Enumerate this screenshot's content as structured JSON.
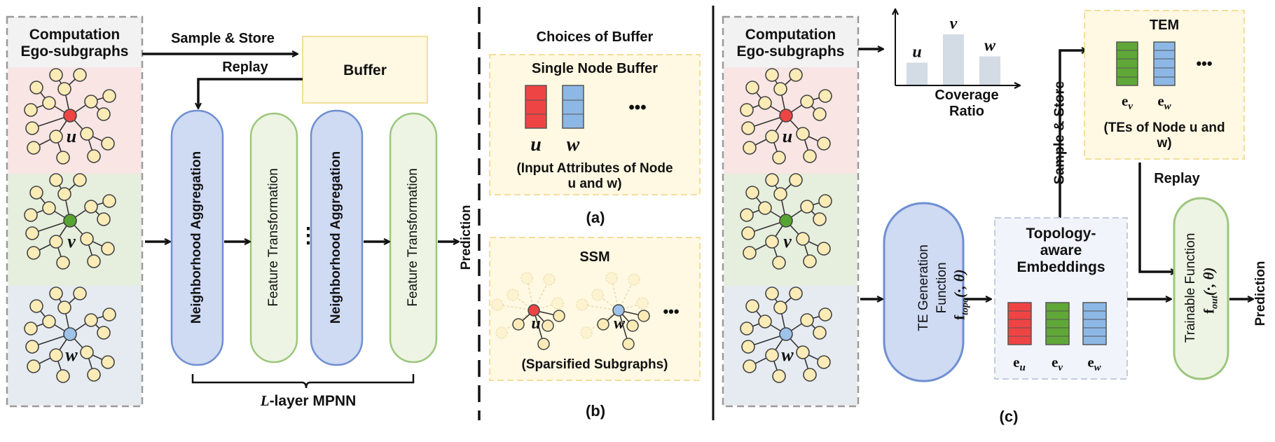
{
  "colors": {
    "node_fill": "#fbebb6",
    "node_stroke": "#444444",
    "node_u": "#ef4444",
    "node_v": "#56a431",
    "node_w": "#9ec3ea",
    "band_pink": "#f8e5e4",
    "band_green": "#e6eedd",
    "band_blue": "#e5ebf1",
    "pill_blue_fill": "#cfdaf3",
    "pill_blue_stroke": "#6f8fd1",
    "pill_green_fill": "#edf4e3",
    "pill_green_stroke": "#9cc67d",
    "buffer_fill": "#fff8e2",
    "buffer_stroke": "#f3df9b",
    "bar_fill": "#d3dbe5"
  },
  "panel_a": {
    "title": "Computation\nEgo-subgraphs",
    "sample_store": "Sample & Store",
    "replay": "Replay",
    "buffer": "Buffer",
    "node_labels": [
      "u",
      "v",
      "w"
    ],
    "pills": [
      "Neighborhood Aggregation",
      "Feature Transformation",
      "Neighborhood Aggregation",
      "Feature Transformation"
    ],
    "ellipsis": "⋮",
    "prediction": "Prediction",
    "mpnn_prefix": "L",
    "mpnn_suffix": "-layer MPNN"
  },
  "panel_b": {
    "choices_title": "Choices of Buffer",
    "single_node_title": "Single Node Buffer",
    "single_labels": [
      "u",
      "w"
    ],
    "ellipsis": "•••",
    "single_caption": "(Input Attributes of Node\nu and w)",
    "label_a": "(a)",
    "ssm_title": "SSM",
    "ssm_labels": [
      "u",
      "w"
    ],
    "ssm_caption": "(Sparsified Subgraphs)",
    "label_b": "(b)"
  },
  "panel_c": {
    "title": "Computation\nEgo-subgraphs",
    "node_labels": [
      "u",
      "v",
      "w"
    ],
    "coverage_label": "Coverage\nRatio",
    "chart_data": {
      "type": "bar",
      "categories": [
        "u",
        "v",
        "w"
      ],
      "values": [
        0.35,
        0.8,
        0.45
      ],
      "title": "",
      "xlabel": "Coverage Ratio",
      "ylabel": ""
    },
    "sample_store": "Sample & Store",
    "tem_title": "TEM",
    "tem_vectors": [
      "e",
      "e"
    ],
    "tem_subs": [
      "v",
      "w"
    ],
    "tem_ellipsis": "•••",
    "tem_caption": "(TEs of Node u and\nw)",
    "replay": "Replay",
    "te_gen_line1": "TE Generation",
    "te_gen_line2": "Function",
    "te_gen_formula": "f",
    "te_gen_sub": "topo",
    "te_gen_args": "(·, θ)",
    "topo_title": "Topology-\naware\nEmbeddings",
    "topo_vectors": [
      "e",
      "e",
      "e"
    ],
    "topo_subs": [
      "u",
      "v",
      "w"
    ],
    "trainable_line1": "Trainable Function",
    "trainable_formula": "f",
    "trainable_sub": "out",
    "trainable_args": "(·, θ)",
    "prediction": "Prediction",
    "label_c": "(c)"
  }
}
